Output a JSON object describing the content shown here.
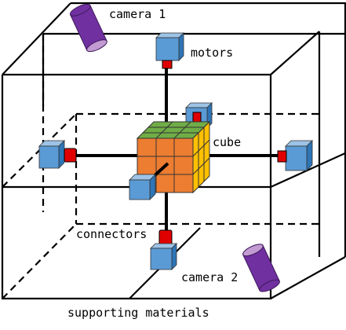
{
  "labels": {
    "camera1": "camera 1",
    "motors": "motors",
    "cube": "cube",
    "connectors": "connectors",
    "camera2": "camera 2",
    "supporting": "supporting materials"
  },
  "colors": {
    "frame": "#000000",
    "motor_front": "#5b9bd5",
    "motor_top": "#9dc3e6",
    "motor_side": "#2e75b6",
    "connector": "#e00000",
    "cube_front": "#ed7d31",
    "cube_top": "#70ad47",
    "cube_side": "#ffc000",
    "camera": "#7030a0",
    "camera_lens": "#c39bd3"
  }
}
